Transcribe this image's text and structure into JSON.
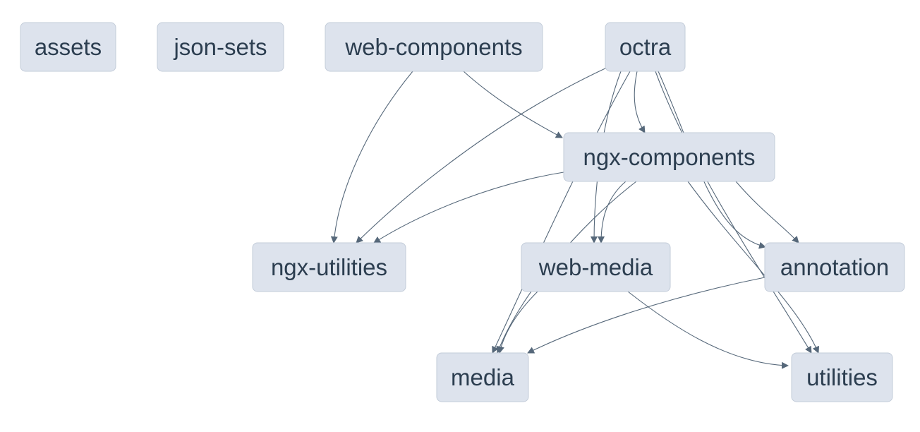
{
  "graph": {
    "nodes": [
      {
        "id": "assets",
        "label": "assets"
      },
      {
        "id": "json-sets",
        "label": "json-sets"
      },
      {
        "id": "web-components",
        "label": "web-components"
      },
      {
        "id": "octra",
        "label": "octra"
      },
      {
        "id": "ngx-components",
        "label": "ngx-components"
      },
      {
        "id": "ngx-utilities",
        "label": "ngx-utilities"
      },
      {
        "id": "web-media",
        "label": "web-media"
      },
      {
        "id": "annotation",
        "label": "annotation"
      },
      {
        "id": "media",
        "label": "media"
      },
      {
        "id": "utilities",
        "label": "utilities"
      }
    ],
    "edges": [
      {
        "from": "web-components",
        "to": "ngx-utilities"
      },
      {
        "from": "web-components",
        "to": "ngx-components"
      },
      {
        "from": "octra",
        "to": "ngx-utilities"
      },
      {
        "from": "octra",
        "to": "ngx-components"
      },
      {
        "from": "octra",
        "to": "web-media"
      },
      {
        "from": "octra",
        "to": "media"
      },
      {
        "from": "octra",
        "to": "utilities"
      },
      {
        "from": "octra",
        "to": "annotation"
      },
      {
        "from": "ngx-components",
        "to": "ngx-utilities"
      },
      {
        "from": "ngx-components",
        "to": "web-media"
      },
      {
        "from": "ngx-components",
        "to": "media"
      },
      {
        "from": "ngx-components",
        "to": "annotation"
      },
      {
        "from": "ngx-components",
        "to": "utilities"
      },
      {
        "from": "web-media",
        "to": "media"
      },
      {
        "from": "web-media",
        "to": "utilities"
      },
      {
        "from": "annotation",
        "to": "media"
      },
      {
        "from": "annotation",
        "to": "utilities"
      }
    ]
  }
}
